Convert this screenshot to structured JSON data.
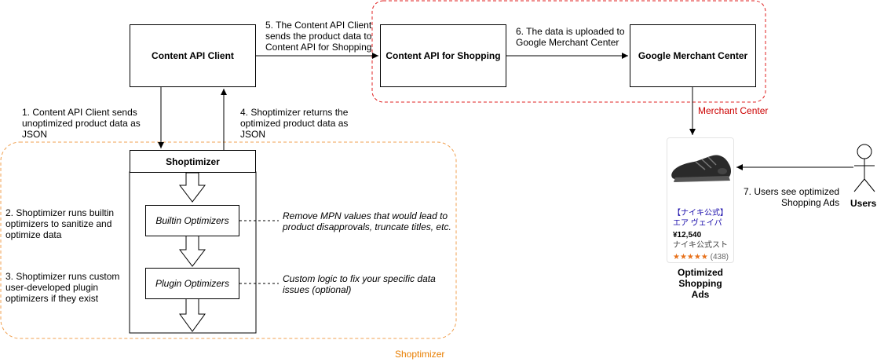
{
  "nodes": {
    "content_api_client": "Content API Client",
    "content_api_shopping": "Content API for Shopping",
    "google_merchant_center": "Google Merchant Center",
    "shoptimizer": "Shoptimizer",
    "builtin_optimizers": "Builtin Optimizers",
    "plugin_optimizers": "Plugin Optimizers",
    "users": "Users"
  },
  "steps": {
    "step1": "1. Content API Client sends\nunoptimized product data as\nJSON",
    "step2": "2. Shoptimizer runs builtin\noptimizers to sanitize and\noptimize data",
    "step3": "3. Shoptimizer runs custom\nuser-developed plugin\noptimizers if they exist",
    "step4": "4. Shoptimizer returns the\noptimized product data as\nJSON",
    "step5": "5. The Content API Client\nsends the product data to\nContent API for Shopping",
    "step6": "6. The data is uploaded to\nGoogle Merchant Center",
    "step7": "7. Users see optimized\nShopping Ads"
  },
  "notes": {
    "builtin_note": "Remove MPN values that would lead to\nproduct disapprovals, truncate titles, etc.",
    "plugin_note": "Custom logic to fix your specific data\nissues (optional)"
  },
  "groups": {
    "merchant_center": "Merchant Center",
    "shoptimizer": "Shoptimizer"
  },
  "ad_card": {
    "title_line1": "【ナイキ公式】",
    "title_line2": "エア ヴェイパ",
    "price": "¥12,540",
    "store": "ナイキ公式スト",
    "stars": "★★★★★",
    "reviews": "(438)",
    "caption": "Optimized\nShopping\nAds"
  },
  "colors": {
    "merchant_group": "#e02020",
    "shoptimizer_group": "#f0a050",
    "link_blue": "#1a0dab",
    "star_orange": "#e7711b"
  }
}
